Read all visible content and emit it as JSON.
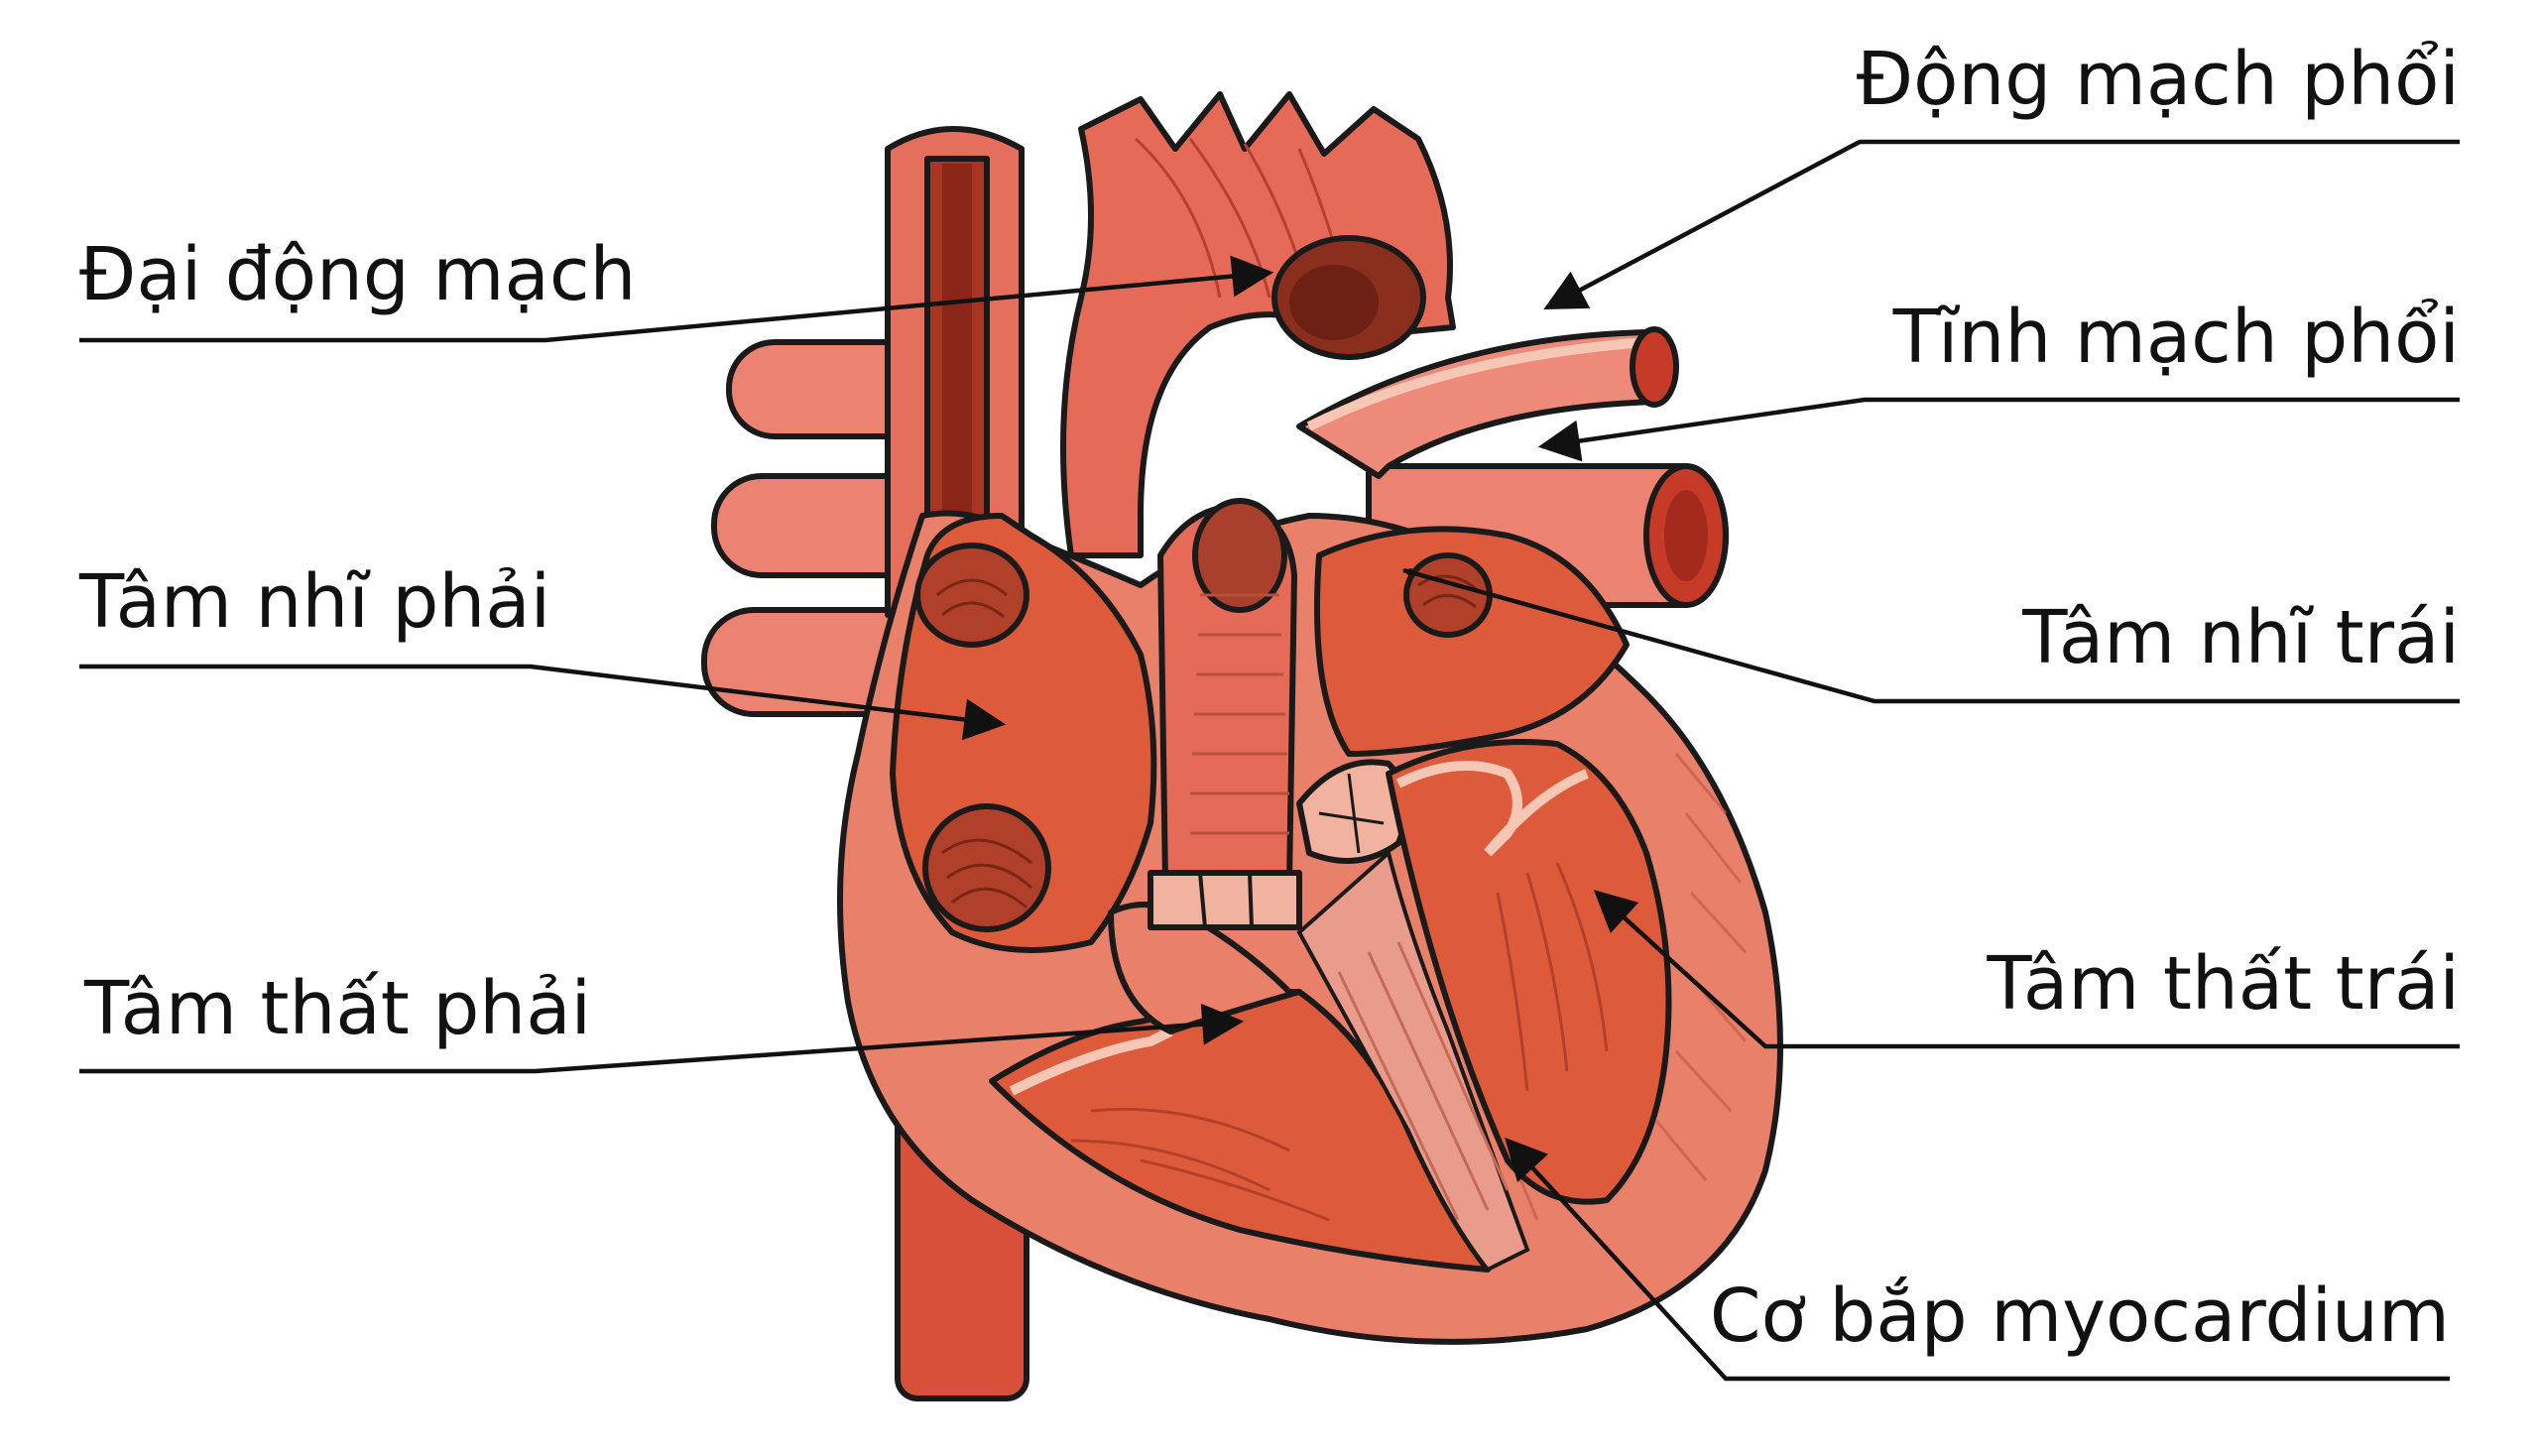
{
  "labels": {
    "pulmonary_artery": "Động mạch phổi",
    "aorta": "Đại động mạch",
    "pulmonary_vein": "Tĩnh mạch phổi",
    "right_atrium": "Tâm nhĩ phải",
    "left_atrium": "Tâm nhĩ trái",
    "right_ventricle": "Tâm thất phải",
    "left_ventricle": "Tâm thất trái",
    "myocardium": "Cơ bắp myocardium"
  },
  "colors": {
    "outer_wall": "#e8806a",
    "chamber": "#dd5a3a",
    "vessel": "#e56b58",
    "vessel_light": "#f2a090",
    "highlight": "#f7c7b6",
    "ink": "#1a1a1a"
  }
}
